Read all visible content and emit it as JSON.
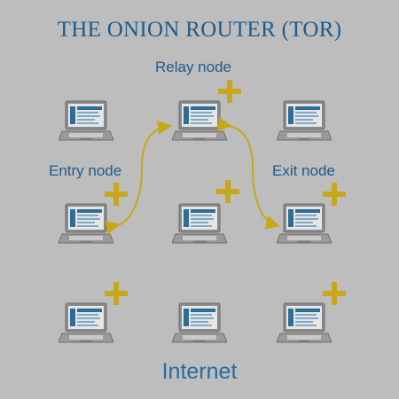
{
  "title": "THE ONION  ROUTER (TOR)",
  "labels": {
    "relay": "Relay node",
    "entry": "Entry node",
    "exit": "Exit node",
    "internet": "Internet"
  },
  "colors": {
    "background": "#bdbdbd",
    "title": "#1f5a8a",
    "plus": "#c8a71a",
    "arrow": "#c8a71a",
    "screen": "#2e6e96"
  },
  "icon": "laptop-icon"
}
